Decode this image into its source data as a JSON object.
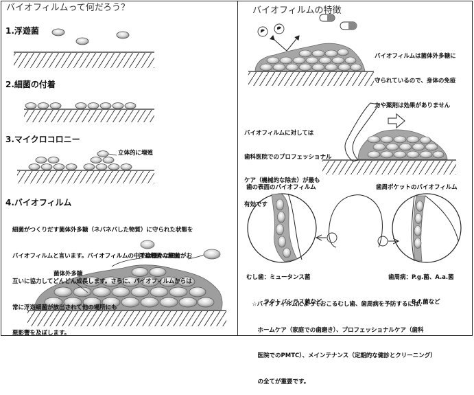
{
  "left": {
    "title": "バイオフィルムって何だろう？",
    "step1": "1.浮遊菌",
    "step2": "2.細菌の付着",
    "step3": "3.マイクロコロニー",
    "step3_note": "立体的に増殖",
    "step4": "4.バイオフィルム",
    "step4_text": [
      "細菌がつくりだす菌体外多糖（ネバネバした物質）に守られた状態を",
      "バイオフィルムと言います。バイオフィルムの中では様々な細菌がお",
      "互いに協力してどんどん成長します。さらに、バイオフィルムからは",
      "常に浮遊細菌が放出されて他の場所にも",
      "悪影響を及ぼします。"
    ],
    "release_label": "浮遊細菌の放出",
    "eps_label": "菌体外多糖"
  },
  "right": {
    "title": "バイオフィルムの特徴",
    "feature_text": [
      "バイオフィルムは菌体外多糖に",
      "守られているので、身体の免疫",
      "力や薬剤は効果がありません"
    ],
    "removal_text": [
      "バイオフィルムに対しては",
      "歯科医院でのプロフェッショナル",
      "ケア（機械的な除去）が最も",
      "有効です"
    ],
    "tooth_surface_label": "歯の表面のバイオフィルム",
    "pocket_label": "歯周ポケットのバイオフィルム",
    "caries_text": [
      "むし歯：ミュータンス菌",
      "　　　ラクトバシラス菌など"
    ],
    "perio_text": [
      "歯周病：P.g.菌、A.a.菌",
      "　　　　B.f.菌など"
    ],
    "prevention_text": [
      "☆バイオフィルムによっておこるむし歯、歯周病を予防するには、",
      "　ホームケア（家庭での歯磨き）、プロフェッショナルケア（歯科",
      "　医院でのPMTC）、メインテナンス（定期的な健診とクリーニング）",
      "　の全てが重要です。"
    ]
  }
}
